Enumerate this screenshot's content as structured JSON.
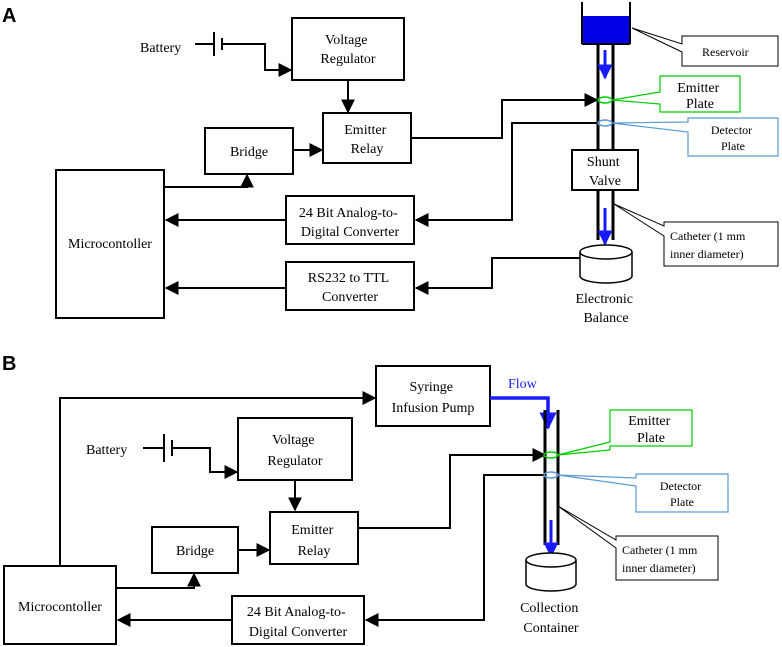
{
  "panels": {
    "a": {
      "label": "A",
      "battery": "Battery",
      "voltage_regulator": [
        "Voltage",
        "Regulator"
      ],
      "emitter_relay": [
        "Emitter",
        "Relay"
      ],
      "bridge": "Bridge",
      "microcontroller": "Microcontoller",
      "adc": [
        "24 Bit Analog-to-",
        "Digital Converter"
      ],
      "rs232": [
        "RS232 to TTL",
        "Converter"
      ],
      "reservoir": "Reservoir",
      "emitter_plate": [
        "Emitter",
        "Plate"
      ],
      "detector_plate": [
        "Detector",
        "Plate"
      ],
      "shunt_valve": [
        "Shunt",
        "Valve"
      ],
      "catheter": [
        "Catheter (1 mm",
        "inner diameter)"
      ],
      "electronic_balance": [
        "Electronic",
        "Balance"
      ]
    },
    "b": {
      "label": "B",
      "syringe_pump": [
        "Syringe",
        "Infusion Pump"
      ],
      "flow": "Flow",
      "battery": "Battery",
      "voltage_regulator": [
        "Voltage",
        "Regulator"
      ],
      "emitter_relay": [
        "Emitter",
        "Relay"
      ],
      "bridge": "Bridge",
      "microcontroller": "Microcontoller",
      "adc": [
        "24 Bit Analog-to-",
        "Digital Converter"
      ],
      "emitter_plate": [
        "Emitter",
        "Plate"
      ],
      "detector_plate": [
        "Detector",
        "Plate"
      ],
      "catheter": [
        "Catheter (1 mm",
        "inner diameter)"
      ],
      "collection_container": [
        "Collection",
        "Container"
      ]
    }
  },
  "colors": {
    "flow": "#1a1aff",
    "emitter_callout": "#00cc00",
    "detector_callout": "#5b9bd5",
    "reservoir_fill": "#0000e6"
  }
}
